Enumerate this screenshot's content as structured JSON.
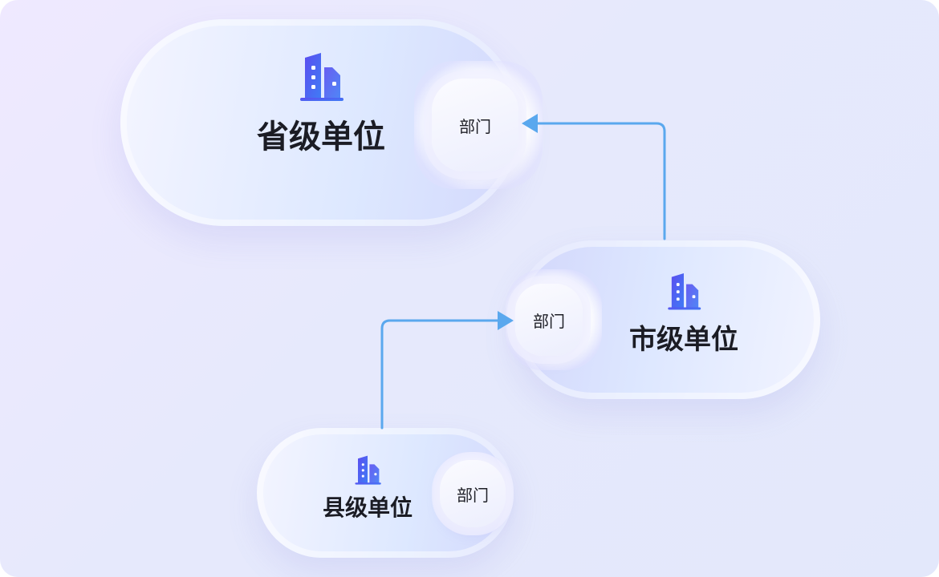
{
  "colors": {
    "arrow": "#5aa8ee",
    "icon_top": "#5b4ef0",
    "icon_bottom": "#3f7cf5"
  },
  "units": {
    "province": {
      "title": "省级单位",
      "dept": "部门",
      "icon": "building-icon"
    },
    "city": {
      "title": "市级单位",
      "dept": "部门",
      "icon": "building-icon"
    },
    "county": {
      "title": "县级单位",
      "dept": "部门",
      "icon": "building-icon"
    }
  }
}
